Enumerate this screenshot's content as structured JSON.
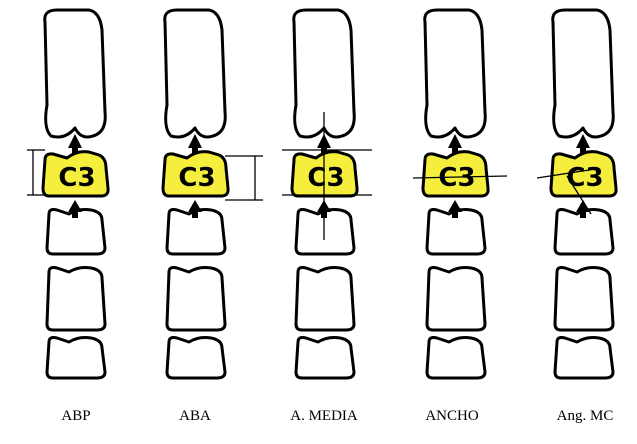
{
  "columns": [
    {
      "label": "ABP",
      "vertebra_text": "C3",
      "measure": "posterior_height"
    },
    {
      "label": "ABA",
      "vertebra_text": "C3",
      "measure": "anterior_height"
    },
    {
      "label": "A. MEDIA",
      "vertebra_text": "C3",
      "measure": "middle_height"
    },
    {
      "label": "ANCHO",
      "vertebra_text": "C3",
      "measure": "width"
    },
    {
      "label": "Ang. MC",
      "vertebra_text": "C3",
      "measure": "angle"
    }
  ],
  "colors": {
    "highlight_fill": "#f5ee3c",
    "outline": "#000000",
    "background": "#ffffff"
  }
}
